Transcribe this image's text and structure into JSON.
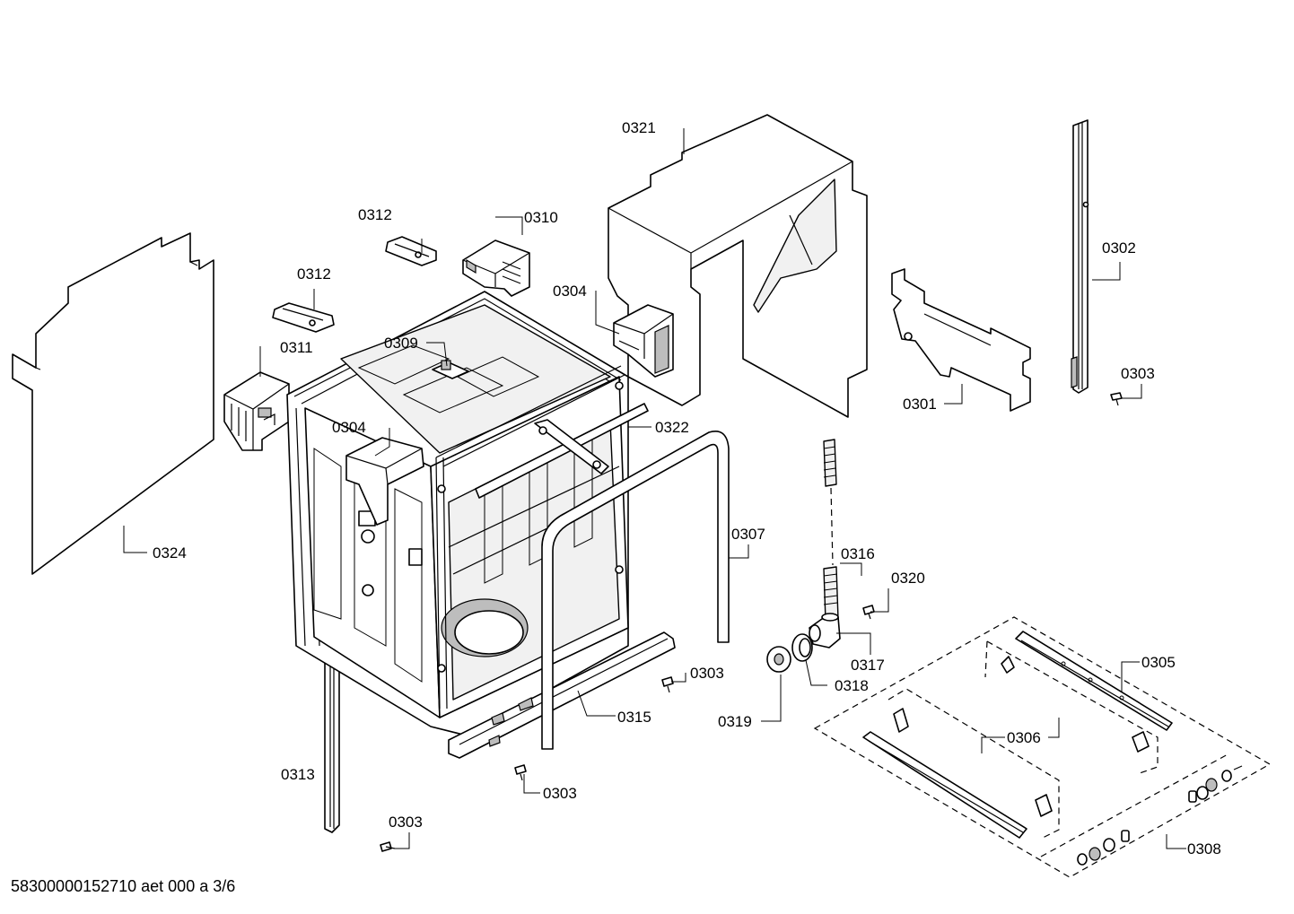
{
  "document_code": "58300000152710 aet 000 a 3/6",
  "callouts": {
    "c0321": "0321",
    "c0302": "0302",
    "c0303_a": "0303",
    "c0312_a": "0312",
    "c0310": "0310",
    "c0312_b": "0312",
    "c0304_a": "0304",
    "c0311": "0311",
    "c0309": "0309",
    "c0301": "0301",
    "c0304_b": "0304",
    "c0322": "0322",
    "c0324": "0324",
    "c0307": "0307",
    "c0316": "0316",
    "c0320": "0320",
    "c0317": "0317",
    "c0305": "0305",
    "c0303_b": "0303",
    "c0318": "0318",
    "c0315": "0315",
    "c0319": "0319",
    "c0306": "0306",
    "c0313": "0313",
    "c0303_c": "0303",
    "c0303_d": "0303",
    "c0308": "0308"
  }
}
